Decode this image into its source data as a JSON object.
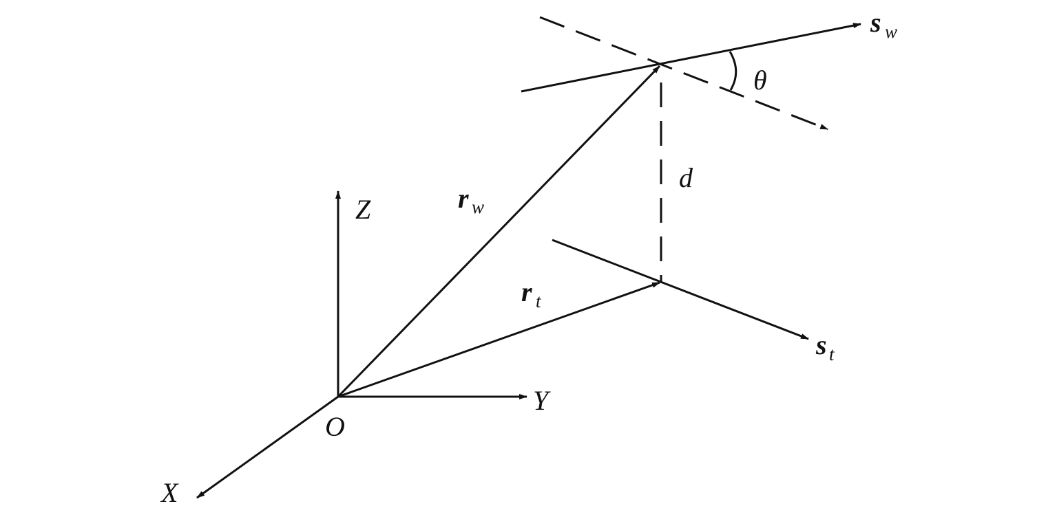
{
  "labels": {
    "origin": "O",
    "x_axis": "X",
    "y_axis": "Y",
    "z_axis": "Z",
    "r_w_symbol": "r",
    "r_w_subscript": "w",
    "r_t_symbol": "r",
    "r_t_subscript": "t",
    "s_w_symbol": "s",
    "s_w_subscript": "w",
    "s_t_symbol": "s",
    "s_t_subscript": "t",
    "distance": "d",
    "angle": "θ"
  },
  "colors": {
    "stroke": "#111111",
    "background": "#ffffff"
  }
}
